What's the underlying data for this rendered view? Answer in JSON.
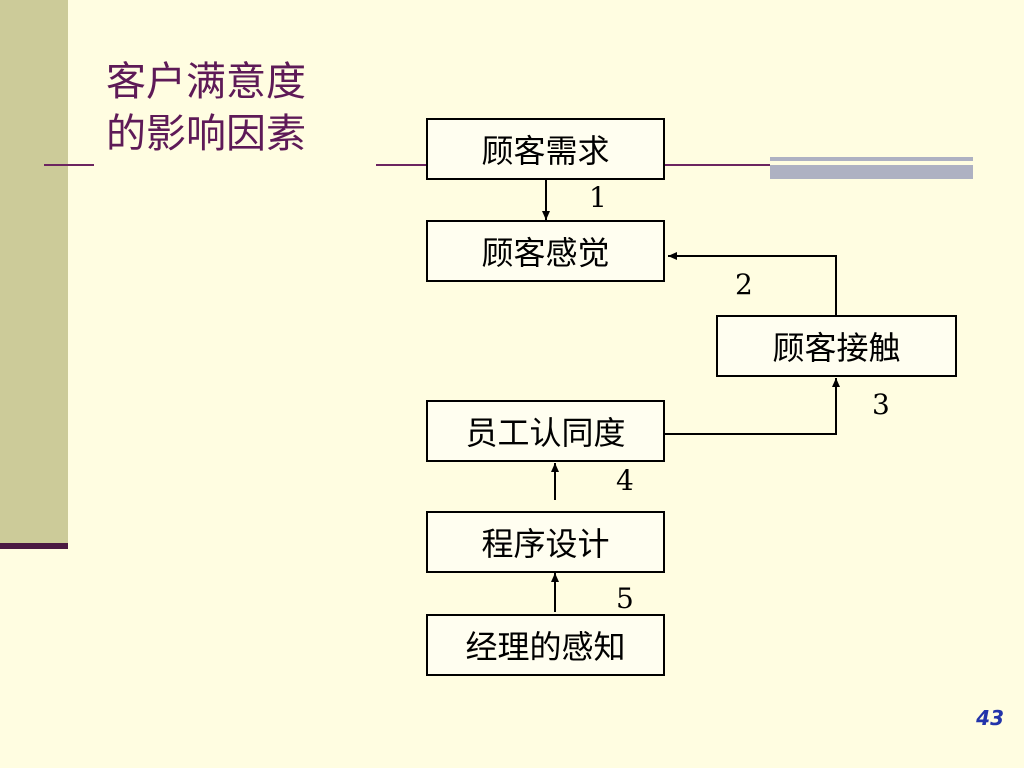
{
  "slide": {
    "title_line1": "客户满意度",
    "title_line2": "的影响因素",
    "page_number": "43"
  },
  "diagram": {
    "nodes": [
      {
        "id": "customer-needs",
        "label": "顾客需求"
      },
      {
        "id": "customer-perception",
        "label": "顾客感觉"
      },
      {
        "id": "customer-contact",
        "label": "顾客接触"
      },
      {
        "id": "employee-identification",
        "label": "员工认同度"
      },
      {
        "id": "process-design",
        "label": "程序设计"
      },
      {
        "id": "manager-perception",
        "label": "经理的感知"
      }
    ],
    "edge_labels": [
      "1",
      "2",
      "3",
      "4",
      "5"
    ]
  },
  "colors": {
    "background": "#FFFDE1",
    "sidebar": "#CCCB99",
    "title": "#5E1A57",
    "page_number": "#2233AA"
  }
}
